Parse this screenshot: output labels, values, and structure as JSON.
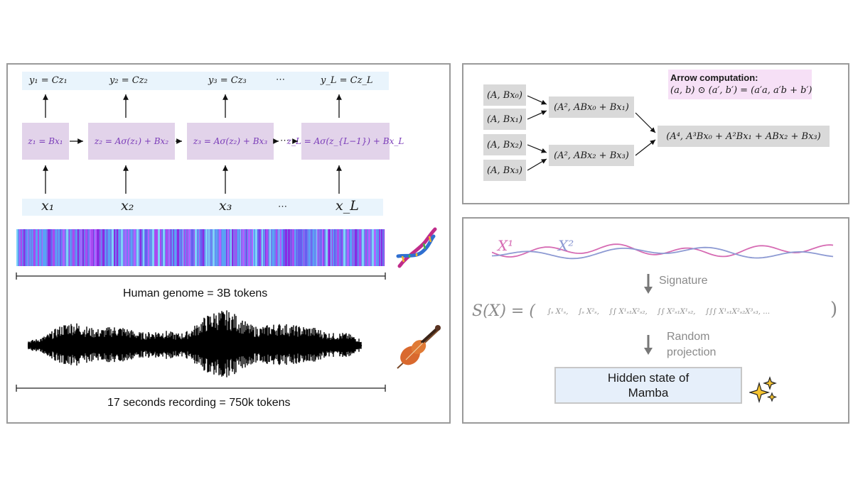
{
  "left_panel": {
    "outputs": [
      "y₁ = Cz₁",
      "y₂ = Cz₂",
      "y₃ = Cz₃",
      "⋯",
      "y_L = Cz_L"
    ],
    "states": [
      "z₁ = Bx₁",
      "z₂ = Aσ(z₁) + Bx₂",
      "z₃ = Aσ(z₂) + Bx₃",
      "⋯",
      "z_L = Aσ(z_{L−1}) + Bx_L"
    ],
    "inputs": [
      "x₁",
      "x₂",
      "x₃",
      "⋯",
      "x_L"
    ],
    "genome_caption": "Human genome = 3B tokens",
    "audio_caption": "17 seconds recording = 750k tokens",
    "dna_icon": "dna-icon",
    "violin_icon": "violin-icon"
  },
  "scan_panel": {
    "arrow_title": "Arrow computation:",
    "arrow_formula": "(a, b) ⊙ (a′, b′) = (a′a, a′b + b′)",
    "leaves": [
      "(A, Bx₀)",
      "(A, Bx₁)",
      "(A, Bx₂)",
      "(A, Bx₃)"
    ],
    "mid": [
      "(A², ABx₀ + Bx₁)",
      "(A², ABx₂ + Bx₃)"
    ],
    "root": "(A⁴, A³Bx₀ + A²Bx₁ + ABx₂ + Bx₃)"
  },
  "signature_panel": {
    "path_labels": [
      "X¹",
      "X²"
    ],
    "signature_label": "Signature",
    "signature_formula": "S(X) = (",
    "signature_terms": [
      "∫ₛ X¹ₛ,",
      "∫ₛ X²ₛ,",
      "∫∫ X¹ₛ₁X²ₛ₂,",
      "∫∫ X²ₛ₁X¹ₛ₂,",
      "∫∫∫ X¹ₛ₁X²ₛ₂X³ₛ₃, …"
    ],
    "close_paren": ")",
    "random_projection_label": "Random projection",
    "hidden_state_label": "Hidden state of Mamba",
    "sparkle_icon": "sparkle-icon"
  },
  "colors": {
    "state_fill": "#e2d3ea",
    "state_text": "#7a3bb8",
    "io_fill": "#e9f4fc",
    "gray_box": "#d9d9d9",
    "arrow_box": "#f6e0f6",
    "hidden_fill": "#e6effa",
    "path1": "#d66bb3",
    "path2": "#8d9ad3"
  }
}
